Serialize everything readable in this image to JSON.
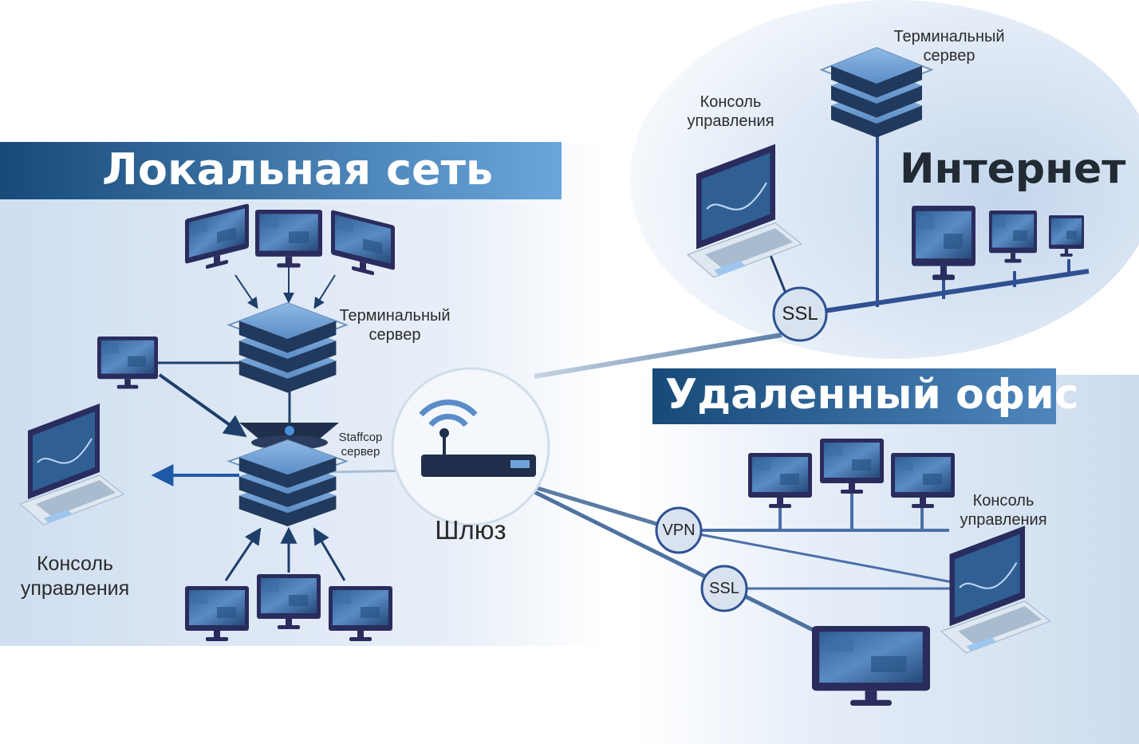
{
  "local": {
    "title": "Локальная сеть",
    "terminal_server_label": "Терминальный\nсервер",
    "staffcop_server_label": "Staffcop\nсервер",
    "console_label": "Консоль\nуправления"
  },
  "gateway": {
    "label": "Шлюз"
  },
  "internet": {
    "title": "Интернет",
    "terminal_server_label": "Терминальный\nсервер",
    "console_label": "Консоль\nуправления",
    "ssl_label": "SSL"
  },
  "remote": {
    "title": "Удаленный офис",
    "console_label": "Консоль\nуправления",
    "vpn_label": "VPN",
    "ssl_label": "SSL"
  },
  "colors": {
    "banner": "#1f4f7a",
    "banner_light": "#5f9bd0",
    "server": "#6f9fd3",
    "server_dark": "#1e3c63",
    "monitor_frame": "#2a2c5e",
    "line": "#2f5b8d",
    "node": "#d8e3ef"
  }
}
